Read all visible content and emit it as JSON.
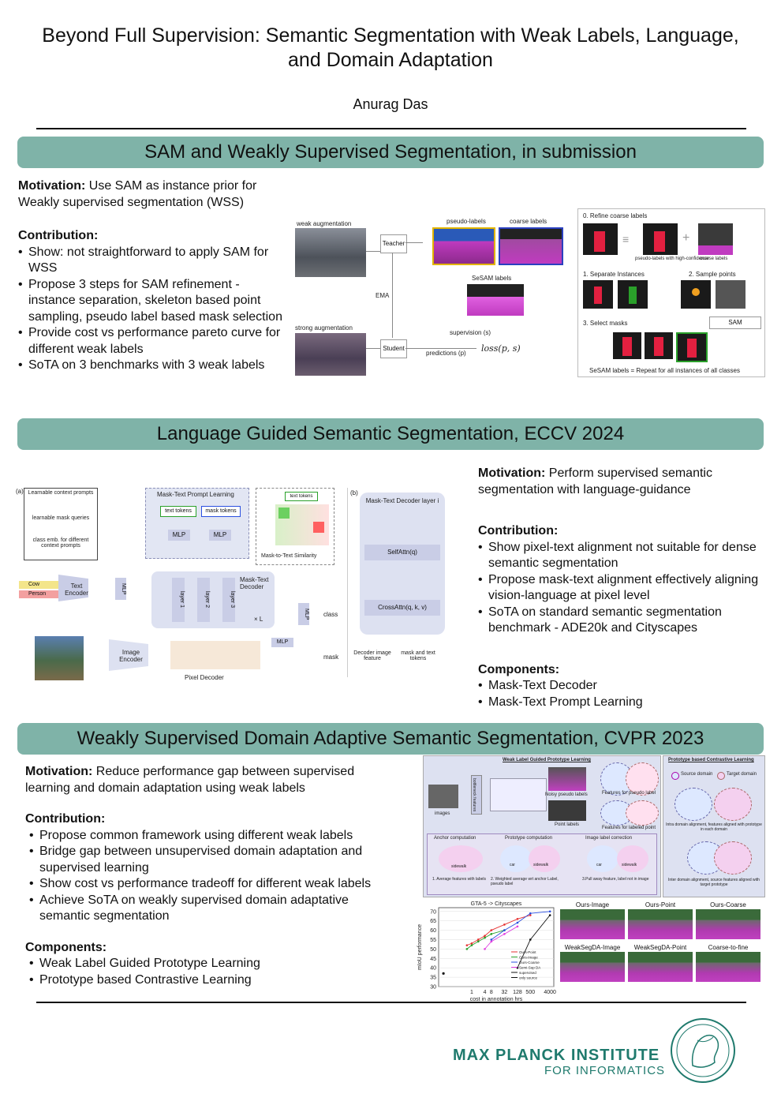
{
  "header": {
    "title_line1": "Beyond Full Supervision: Semantic Segmentation with Weak Labels, Language,",
    "title_line2": "and Domain Adaptation",
    "author": "Anurag Das"
  },
  "section1": {
    "banner": "SAM and Weakly Supervised Segmentation, in submission",
    "motivation_label": "Motivation:",
    "motivation_text": " Use SAM as instance prior for Weakly supervised segmentation (WSS)",
    "contribution_label": "Contribution:",
    "contributions": [
      "Show: not straightforward to apply SAM for WSS",
      "Propose 3 steps for SAM refinement - instance separation, skeleton based point sampling, pseudo label based mask selection",
      "Provide cost vs performance pareto curve for different weak labels",
      "SoTA on 3 benchmarks with 3 weak labels"
    ],
    "fig": {
      "weak_aug": "weak augmentation",
      "strong_aug": "strong augmentation",
      "teacher": "Teacher",
      "student": "Student",
      "ema": "EMA",
      "pseudo_labels": "pseudo-labels",
      "coarse_labels": "coarse labels",
      "sesam_labels": "SeSAM labels",
      "supervision": "supervision (s)",
      "predictions": "predictions (p)",
      "loss": "loss(p, s)",
      "refine": "0. Refine coarse labels",
      "pseudo_conf": "pseudo-labels with high-confidence",
      "coarse_small": "coarse labels",
      "separate": "1. Separate Instances",
      "sample": "2. Sample points",
      "select": "3. Select masks",
      "sam": "SAM",
      "repeat": "SeSAM labels = Repeat for all instances of all classes"
    }
  },
  "section2": {
    "banner": "Language Guided Semantic Segmentation, ECCV 2024",
    "motivation_label": "Motivation:",
    "motivation_text": " Perform supervised semantic segmentation with language-guidance",
    "contribution_label": "Contribution:",
    "contributions": [
      "Show pixel-text alignment not suitable for dense semantic segmentation",
      "Propose mask-text alignment effectively aligning vision-language at pixel level",
      "SoTA on standard semantic segmentation benchmark - ADE20k and Cityscapes"
    ],
    "components_label": "Components:",
    "components": [
      "Mask-Text Decoder",
      "Mask-Text Prompt Learning"
    ],
    "fig": {
      "a": "(a)",
      "b": "(b)",
      "learnable_context": "Learnable context prompts",
      "learnable_mask": "learnable mask queries",
      "class_emb": "class emb. for different context prompts",
      "prompt_learning": "Mask-Text Prompt Learning",
      "text_tokens": "text tokens",
      "mask_tokens": "mask tokens",
      "mlp": "MLP",
      "cow": "Cow",
      "person": "Person",
      "text_encoder": "Text Encoder",
      "image_encoder": "Image Encoder",
      "pixel_decoder": "Pixel Decoder",
      "mt_decoder": "Mask-Text Decoder",
      "layer1": "layer 1",
      "layer2": "layer 2",
      "layer3": "layer 3",
      "xl": "× L",
      "class": "class",
      "mask": "mask",
      "similarity": "Mask-to-Text Similarity",
      "mask_tokens_v": "mask tokens",
      "dec_layer": "Mask-Text Decoder layer i",
      "selfattn": "SelfAttn(q)",
      "crossattn": "CrossAttn(q, k, v)",
      "dec_img_feat": "Decoder image feature",
      "mask_text_tok": "mask and text tokens"
    }
  },
  "section3": {
    "banner": "Weakly Supervised Domain Adaptive Semantic Segmentation, CVPR 2023",
    "motivation_label": "Motivation:",
    "motivation_text": " Reduce performance gap between supervised learning and domain adaptation using weak labels",
    "contribution_label": "Contribution:",
    "contributions": [
      "Propose common framework using different weak labels",
      "Bridge gap between unsupervised domain adaptation and supervised learning",
      "Show cost vs performance tradeoff for different weak labels",
      "Achieve SoTA on weakly supervised domain adaptative semantic segmentation"
    ],
    "components_label": "Components:",
    "components": [
      "Weak Label Guided Prototype Learning",
      "Prototype based Contrastive Learning"
    ],
    "fig": {
      "proto_title": "Weak Label Guided Prototype Learning",
      "contrast_title": "Prototype based Contrastive Learning",
      "images": "images",
      "noisy": "Noisy pseudo labels",
      "point": "Point labels",
      "feat_pseudo": "Features for pseudo label",
      "feat_labeled": "Features for labeled point",
      "source_domain": "Source domain",
      "target_domain": "Target domain",
      "intra": "Intra domain alignment, features aligned with prototype in each domain",
      "inter": "Inter domain alignment, source features aligned with target prototype",
      "anchor": "Anchor computation",
      "proto_comp": "Prototype computation",
      "img_corr": "Image label correction",
      "sidewalk": "sidewalk",
      "car": "car",
      "step1": "1. Average features with labels",
      "step2": "2. Weighted average wrt anchor Label, pseudo label",
      "step3": "3.Pull away feature, label not in image",
      "bottleneck": "bottleneck features"
    }
  },
  "chart_data": {
    "type": "line",
    "title": "GTA-5 -> Cityscapes",
    "xlabel": "cost in annotation hrs",
    "ylabel": "mIoU performance",
    "x_ticks": [
      "1",
      "4",
      "8",
      "32",
      "128",
      "500",
      "4000"
    ],
    "y_ticks": [
      30,
      35,
      40,
      45,
      50,
      55,
      60,
      65,
      70
    ],
    "ylim": [
      30,
      72
    ],
    "series": [
      {
        "name": "Ours-Point",
        "color": "#e63030",
        "x": [
          0.6,
          1,
          2,
          4,
          8,
          32,
          128,
          500
        ],
        "y": [
          52,
          53,
          55,
          57,
          60,
          63,
          66,
          68
        ]
      },
      {
        "name": "Ours-Image",
        "color": "#2aa02a",
        "x": [
          0.6,
          1,
          2,
          4,
          8,
          32
        ],
        "y": [
          50,
          52,
          54,
          56,
          58,
          60
        ]
      },
      {
        "name": "Ours-Coarse",
        "color": "#2a4fe0",
        "x": [
          8,
          32,
          128,
          500,
          4000
        ],
        "y": [
          55,
          60,
          64,
          69,
          70
        ]
      },
      {
        "name": "Semi-Sup DA",
        "color": "#e040e0",
        "x": [
          4,
          8,
          32,
          128
        ],
        "y": [
          50,
          54,
          58,
          62
        ]
      },
      {
        "name": "supervised",
        "color": "#111111",
        "x": [
          128,
          500,
          4000
        ],
        "y": [
          40,
          55,
          68
        ]
      }
    ],
    "single_points": [
      {
        "name": "only source",
        "x": 0.05,
        "y": 37
      }
    ],
    "legend": "bottom-right",
    "thumb_labels": [
      "Ours-Image",
      "Ours-Point",
      "Ours-Coarse",
      "WeakSegDA-Image",
      "WeakSegDA-Point",
      "Coarse-to-fine"
    ]
  },
  "footer": {
    "logo_line1": "MAX PLANCK INSTITUTE",
    "logo_line2": "FOR INFORMATICS"
  }
}
